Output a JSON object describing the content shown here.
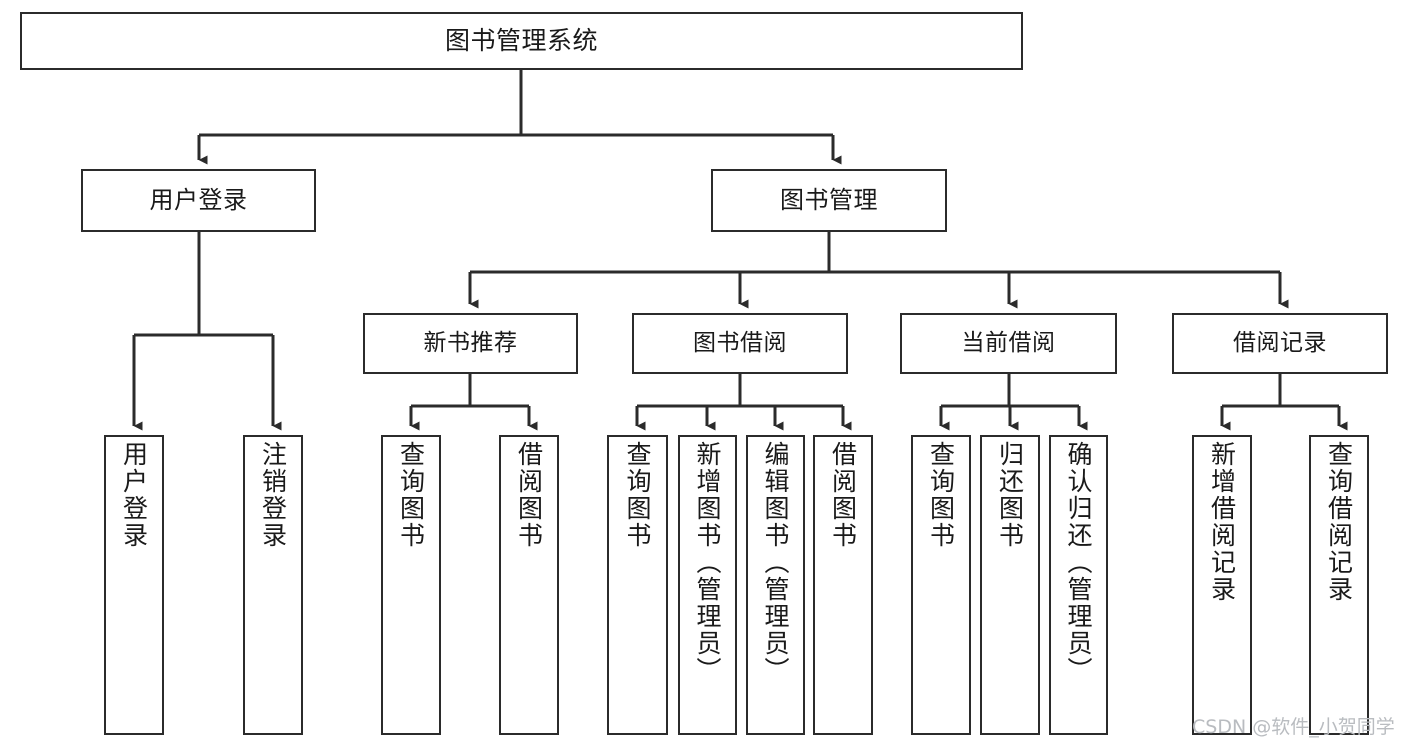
{
  "diagram": {
    "type": "tree-hierarchy",
    "title": "图书管理系统",
    "watermark": "CSDN @软件_小贺同学",
    "colors": {
      "stroke": "#2b2b2b",
      "fill": "#ffffff",
      "text": "#1a1a1a",
      "watermark": "#b9bcc0"
    },
    "nodes": {
      "root": {
        "label": "图书管理系统"
      },
      "level2": [
        {
          "id": "user-login",
          "label": "用户登录"
        },
        {
          "id": "book-manage",
          "label": "图书管理"
        }
      ],
      "level3": [
        {
          "id": "new-book-recommend",
          "label": "新书推荐"
        },
        {
          "id": "book-borrow",
          "label": "图书借阅"
        },
        {
          "id": "current-borrow",
          "label": "当前借阅"
        },
        {
          "id": "borrow-record",
          "label": "借阅记录"
        }
      ],
      "leaves": {
        "user-login": [
          {
            "id": "leaf-user-login",
            "label": "用户登录"
          },
          {
            "id": "leaf-logout",
            "label": "注销登录"
          }
        ],
        "new-book-recommend": [
          {
            "id": "leaf-query-book-1",
            "label": "查询图书"
          },
          {
            "id": "leaf-borrow-book-1",
            "label": "借阅图书"
          }
        ],
        "book-borrow": [
          {
            "id": "leaf-query-book-2",
            "label": "查询图书"
          },
          {
            "id": "leaf-add-book",
            "label": "新增图书（管理员）"
          },
          {
            "id": "leaf-edit-book",
            "label": "编辑图书（管理员）"
          },
          {
            "id": "leaf-borrow-book-2",
            "label": "借阅图书"
          }
        ],
        "current-borrow": [
          {
            "id": "leaf-query-book-3",
            "label": "查询图书"
          },
          {
            "id": "leaf-return-book",
            "label": "归还图书"
          },
          {
            "id": "leaf-confirm-return",
            "label": "确认归还（管理员）"
          }
        ],
        "borrow-record": [
          {
            "id": "leaf-add-record",
            "label": "新增借阅记录"
          },
          {
            "id": "leaf-query-record",
            "label": "查询借阅记录"
          }
        ]
      }
    }
  }
}
